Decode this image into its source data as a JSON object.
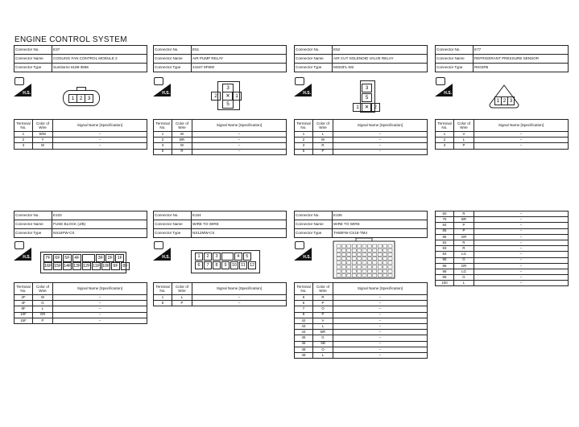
{
  "page_title": "ENGINE CONTROL SYSTEM",
  "labels": {
    "connector_no": "Connector No.",
    "connector_name": "Connector Name",
    "connector_type": "Connector Type",
    "terminal_no": "Terminal No.",
    "color_of_wire": "Color of Wire",
    "signal_name": "Signal Name [Specification]",
    "hs": "H.S."
  },
  "connectors": [
    {
      "no": "E37",
      "name": "COOLING FAN CONTROL MODULE 2",
      "type": "Sumitomo 6189-3586",
      "pins": [
        "1",
        "2",
        "3"
      ],
      "rows": [
        [
          "1",
          "B/W",
          "–"
        ],
        [
          "2",
          "Y",
          "–"
        ],
        [
          "3",
          "W",
          "–"
        ]
      ]
    },
    {
      "no": "E51",
      "name": "AIR PUMP RELAY",
      "type": "24347 9F900",
      "pins": [
        "3",
        "2",
        "1",
        "5"
      ],
      "rows": [
        [
          "1",
          "W",
          "–"
        ],
        [
          "2",
          "BR",
          "–"
        ],
        [
          "3",
          "W",
          "–"
        ],
        [
          "5",
          "R",
          "–"
        ]
      ]
    },
    {
      "no": "E52",
      "name": "AIR CUT SOLENOID VALVE RELAY",
      "type": "MS02FL-M2",
      "pins": [
        "3",
        "5",
        "1",
        "2"
      ],
      "rows": [
        [
          "1",
          "L",
          "–"
        ],
        [
          "2",
          "W",
          "–"
        ],
        [
          "3",
          "R",
          "–"
        ],
        [
          "5",
          "P",
          "–"
        ]
      ]
    },
    {
      "no": "E77",
      "name": "REFRIGERANT PRESSURE SENSOR",
      "type": "RK03FB",
      "pins": [
        "1",
        "2",
        "3"
      ],
      "rows": [
        [
          "1",
          "V",
          "–"
        ],
        [
          "2",
          "L",
          "–"
        ],
        [
          "3",
          "P",
          "–"
        ]
      ]
    },
    {
      "no": "E103",
      "name": "FUSE BLOCK (J/B)",
      "type": "NS16FW-CS",
      "pins_top": [
        "7F",
        "6F",
        "5F",
        "4F",
        "",
        "3F",
        "2F",
        "1F"
      ],
      "pins_bottom": [
        "16F",
        "15F",
        "14F",
        "13F",
        "12F",
        "11F",
        "10F",
        "9F",
        "8F"
      ],
      "rows": [
        [
          "2F",
          "W",
          "–"
        ],
        [
          "4F",
          "G",
          "–"
        ],
        [
          "8F",
          "L",
          "–"
        ],
        [
          "10F",
          "GR",
          "–"
        ],
        [
          "15F",
          "P",
          "–"
        ]
      ]
    },
    {
      "no": "E104",
      "name": "WIRE TO WIRE",
      "type": "NS12MW-CS",
      "pins_top": [
        "1",
        "2",
        "3",
        "",
        "4",
        "5"
      ],
      "pins_bottom": [
        "6",
        "7",
        "8",
        "9",
        "10",
        "11",
        "12"
      ],
      "rows": [
        [
          "1",
          "L",
          "–"
        ],
        [
          "8",
          "P",
          "–"
        ]
      ]
    },
    {
      "no": "E106",
      "name": "WIRE TO WIRE",
      "type": "TH80FW-CS16-TM4",
      "rows": [
        [
          "5",
          "R",
          "–"
        ],
        [
          "6",
          "P",
          "–"
        ],
        [
          "7",
          "O",
          "–"
        ],
        [
          "8",
          "P",
          "–"
        ],
        [
          "42",
          "V",
          "–"
        ],
        [
          "43",
          "L",
          "–"
        ],
        [
          "44",
          "BR",
          "–"
        ],
        [
          "45",
          "G",
          "–"
        ],
        [
          "46",
          "SB",
          "–"
        ],
        [
          "48",
          "O",
          "–"
        ],
        [
          "49",
          "L",
          "–"
        ]
      ]
    }
  ],
  "continuation_rows": [
    [
      "50",
      "R",
      "–"
    ],
    [
      "75",
      "BR",
      "–"
    ],
    [
      "84",
      "P",
      "–"
    ],
    [
      "85",
      "P",
      "–"
    ],
    [
      "86",
      "GR",
      "–"
    ],
    [
      "92",
      "R",
      "–"
    ],
    [
      "93",
      "R",
      "–"
    ],
    [
      "94",
      "LG",
      "–"
    ],
    [
      "95",
      "G",
      "–"
    ],
    [
      "96",
      "GR",
      "–"
    ],
    [
      "98",
      "LG",
      "–"
    ],
    [
      "99",
      "G",
      "–"
    ],
    [
      "100",
      "L",
      "–"
    ]
  ]
}
